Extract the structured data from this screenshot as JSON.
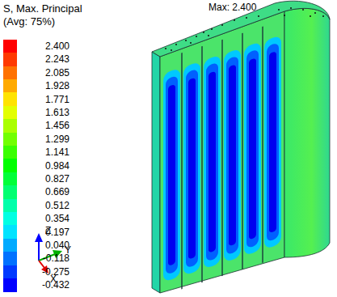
{
  "diagram": {
    "title": "S, Max. Principal",
    "labels": [
      "(Avg: 75%)",
      "Max: 2.400",
      "Z",
      "Y",
      "X"
    ],
    "legend": [
      {
        "text": "2.400",
        "color": "#FF0000"
      },
      {
        "text": "2.243",
        "color": "#FF3900"
      },
      {
        "text": "2.085",
        "color": "#FF7100"
      },
      {
        "text": "1.928",
        "color": "#FFAA00"
      },
      {
        "text": "1.771",
        "color": "#FFE300"
      },
      {
        "text": "1.613",
        "color": "#E3FF00"
      },
      {
        "text": "1.456",
        "color": "#AAFF00"
      },
      {
        "text": "1.299",
        "color": "#71FF00"
      },
      {
        "text": "1.141",
        "color": "#39FF00"
      },
      {
        "text": "0.984",
        "color": "#00FF00"
      },
      {
        "text": "0.827",
        "color": "#00FF39"
      },
      {
        "text": "0.669",
        "color": "#00FF71"
      },
      {
        "text": "0.512",
        "color": "#00FFAA"
      },
      {
        "text": "0.354",
        "color": "#00FFE3"
      },
      {
        "text": "0.197",
        "color": "#00E3FF"
      },
      {
        "text": "0.040",
        "color": "#00AAFF"
      },
      {
        "text": "-0.118",
        "color": "#0071FF"
      },
      {
        "text": "-0.275",
        "color": "#0039FF"
      },
      {
        "text": "-0.432",
        "color": "#0000FF"
      }
    ]
  }
}
